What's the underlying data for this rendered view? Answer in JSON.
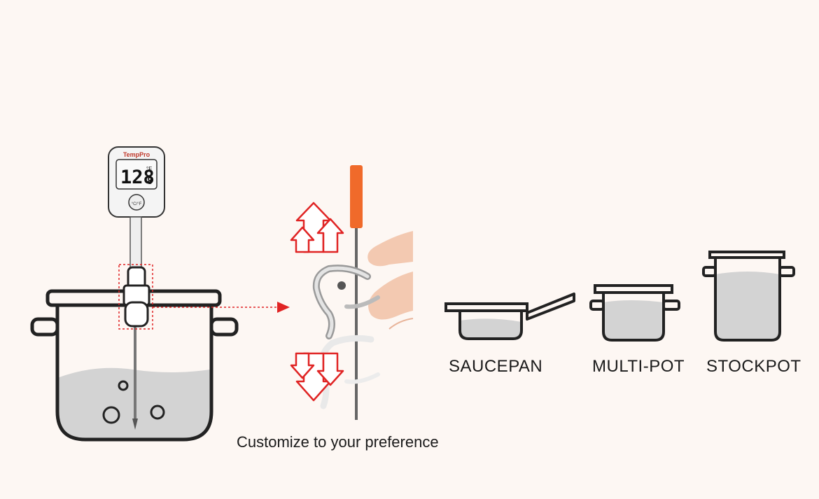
{
  "thermometer": {
    "brand": "TempPro",
    "reading": "128",
    "decimal": "8",
    "unit": "°F",
    "button": "°C/°F"
  },
  "caption": "Customize to your preference",
  "pots": [
    {
      "label": "SAUCEPAN"
    },
    {
      "label": "MULTI-POT"
    },
    {
      "label": "STOCKPOT"
    }
  ],
  "colors": {
    "background": "#fdf7f3",
    "water": "#d3d3d3",
    "outline": "#222222",
    "accent_red": "#e02424",
    "probe_sleeve": "#f06a2a",
    "skin": "#f3c9b1"
  }
}
